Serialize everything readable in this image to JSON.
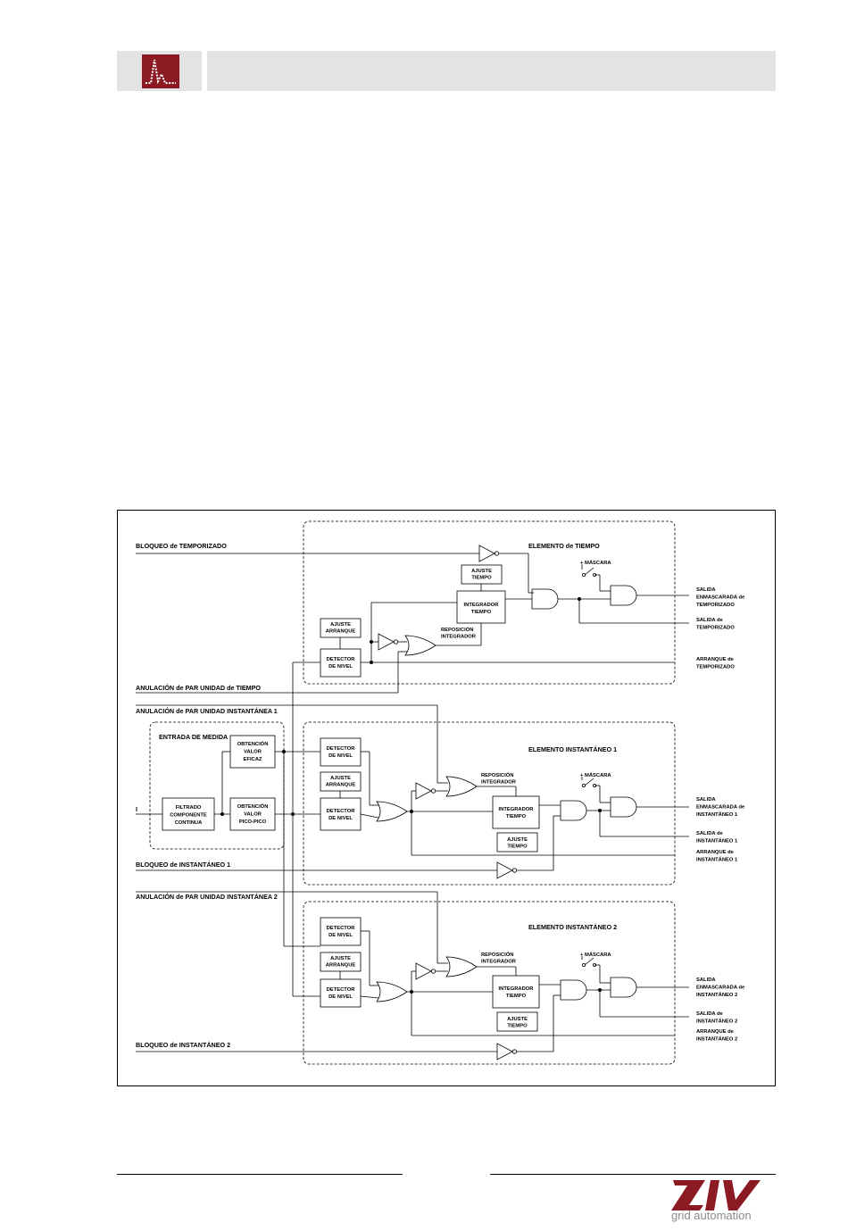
{
  "header": {
    "logo_icon": "waveform-icon",
    "accent_color": "#8b1a22",
    "bar_color": "#e3e3e3"
  },
  "diagram": {
    "inputs": {
      "bloqueo_temporizado": "BLOQUEO de TEMPORIZADO",
      "anulacion_tiempo": "ANULACIÓN de PAR UNIDAD de TIEMPO",
      "anulacion_inst1": "ANULACIÓN de PAR UNIDAD INSTANTÁNEA 1",
      "bloqueo_inst1": "BLOQUEO de INSTANTÁNEO 1",
      "anulacion_inst2": "ANULACIÓN de PAR UNIDAD INSTANTÁNEA 2",
      "bloqueo_inst2": "BLOQUEO de INSTANTÁNEO 2",
      "current_input": "I"
    },
    "medida": {
      "title": "ENTRADA DE MEDIDA",
      "filtrado": [
        "FILTRADO",
        "COMPONENTE",
        "CONTINUA"
      ],
      "eficaz": [
        "OBTENCIÓN",
        "VALOR",
        "EFICAZ"
      ],
      "pico": [
        "OBTENCIÓN",
        "VALOR",
        "PICO-PICO"
      ]
    },
    "tiempo": {
      "title": "ELEMENTO de TIEMPO",
      "ajuste_tiempo": [
        "AJUSTE",
        "TIEMPO"
      ],
      "integrador": [
        "INTEGRADOR",
        "TIEMPO"
      ],
      "reposicion": [
        "REPOSICIÓN",
        "INTEGRADOR"
      ],
      "ajuste_arranque": [
        "AJUSTE",
        "ARRANQUE"
      ],
      "detector": [
        "DETECTOR",
        "DE NIVEL"
      ],
      "mascara": "+ MÁSCARA",
      "out_masked": [
        "SALIDA",
        "ENMASCARADA de",
        "TEMPORIZADO"
      ],
      "out_salida": [
        "SALIDA de",
        "TEMPORIZADO"
      ],
      "out_arranque": [
        "ARRANQUE de",
        "TEMPORIZADO"
      ]
    },
    "inst1": {
      "title": "ELEMENTO INSTANTÁNEO 1",
      "detector_a": [
        "DETECTOR",
        "DE NIVEL"
      ],
      "ajuste_arranque": [
        "AJUSTE",
        "ARRANQUE"
      ],
      "detector_b": [
        "DETECTOR",
        "DE NIVEL"
      ],
      "reposicion": [
        "REPOSICIÓN",
        "INTEGRADOR"
      ],
      "integrador": [
        "INTEGRADOR",
        "TIEMPO"
      ],
      "ajuste_tiempo": [
        "AJUSTE",
        "TIEMPO"
      ],
      "mascara": "+ MÁSCARA",
      "out_masked": [
        "SALIDA",
        "ENMASCARADA de",
        "INSTANTÁNEO 1"
      ],
      "out_salida": [
        "SALIDA de",
        "INSTANTÁNEO 1"
      ],
      "out_arranque": [
        "ARRANQUE de",
        "INSTANTÁNEO 1"
      ]
    },
    "inst2": {
      "title": "ELEMENTO INSTANTÁNEO 2",
      "detector_a": [
        "DETECTOR",
        "DE NIVEL"
      ],
      "ajuste_arranque": [
        "AJUSTE",
        "ARRANQUE"
      ],
      "detector_b": [
        "DETECTOR",
        "DE NIVEL"
      ],
      "reposicion": [
        "REPOSICIÓN",
        "INTEGRADOR"
      ],
      "integrador": [
        "INTEGRADOR",
        "TIEMPO"
      ],
      "ajuste_tiempo": [
        "AJUSTE",
        "TIEMPO"
      ],
      "mascara": "+ MÁSCARA",
      "out_masked": [
        "SALIDA",
        "ENMASCARADA de",
        "INSTANTÁNEO 2"
      ],
      "out_salida": [
        "SALIDA de",
        "INSTANTÁNEO 2"
      ],
      "out_arranque": [
        "ARRANQUE de",
        "INSTANTÁNEO 2"
      ]
    }
  },
  "footer": {
    "brand": "ZIV",
    "tagline": "grid automation",
    "brand_color": "#8b1a22"
  }
}
